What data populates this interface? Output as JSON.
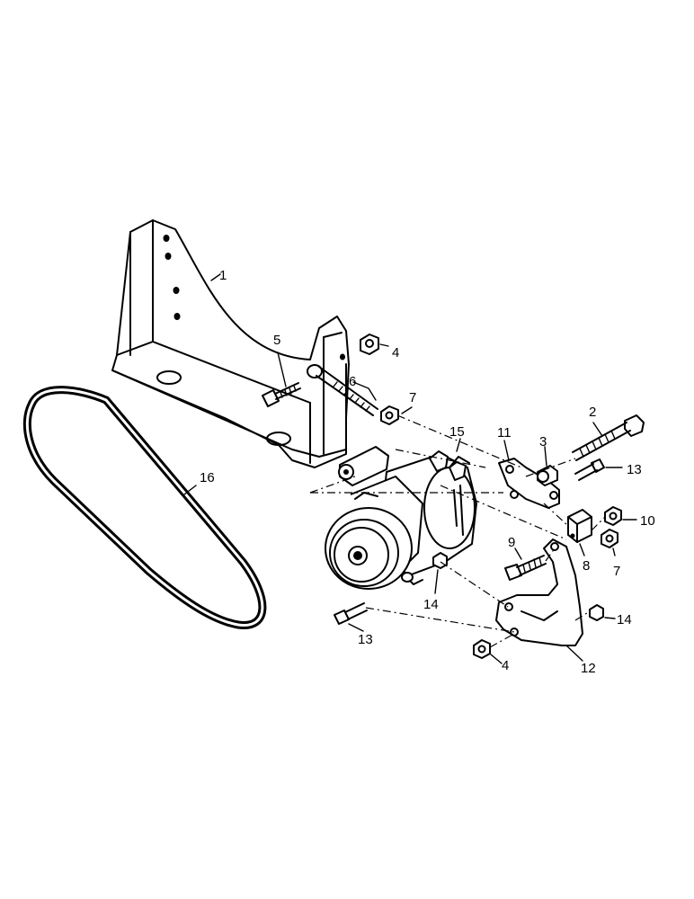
{
  "diagram": {
    "callouts": {
      "c1": "1",
      "c2": "2",
      "c3": "3",
      "c4a": "4",
      "c4b": "4",
      "c5": "5",
      "c6": "6",
      "c7a": "7",
      "c7b": "7",
      "c8": "8",
      "c9": "9",
      "c10": "10",
      "c11": "11",
      "c12": "12",
      "c13a": "13",
      "c13b": "13",
      "c14a": "14",
      "c14b": "14",
      "c15": "15",
      "c16": "16"
    }
  }
}
